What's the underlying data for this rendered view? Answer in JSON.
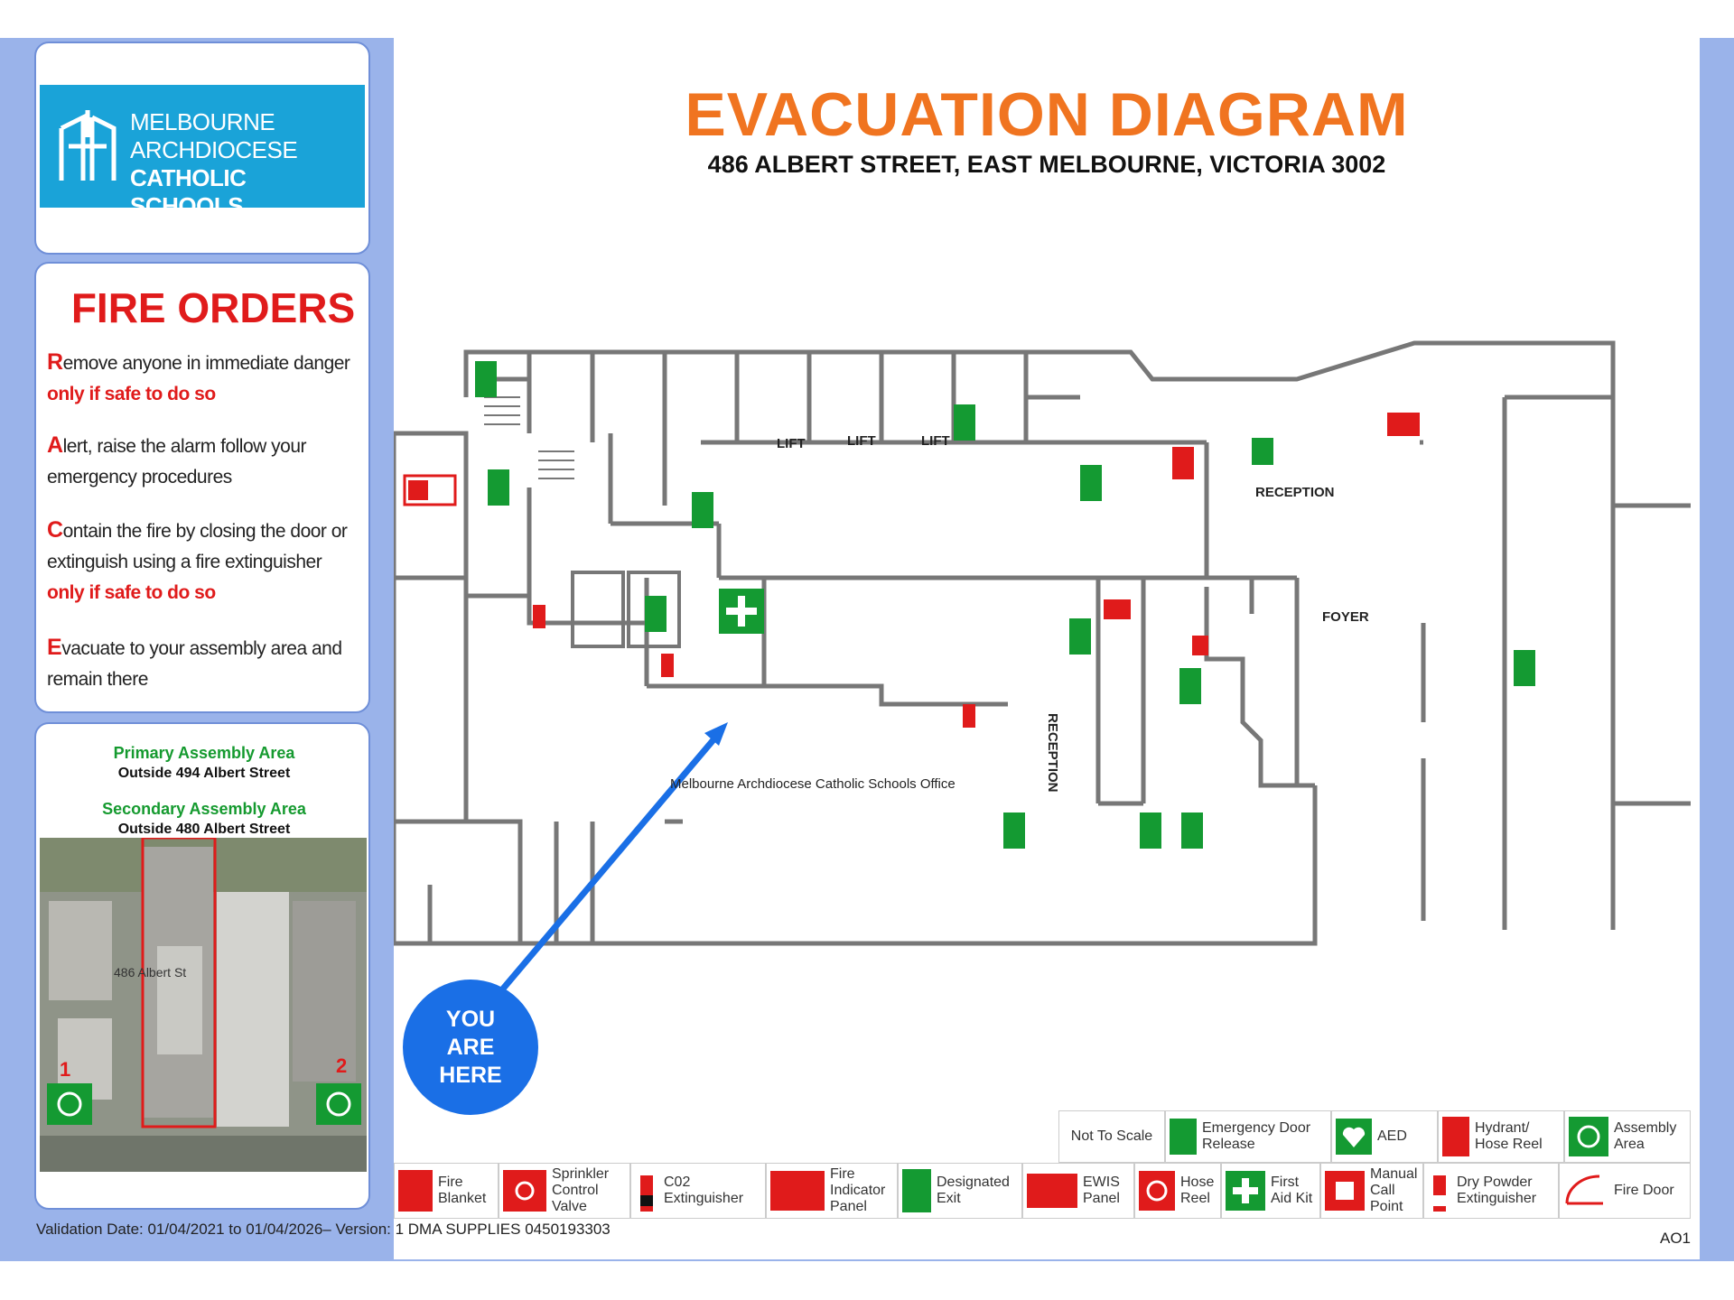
{
  "logo": {
    "line1": "MELBOURNE",
    "line2": "ARCHDIOCESE",
    "line3": "CATHOLIC SCHOOLS",
    "brand_color": "#1aa3d8"
  },
  "fire_orders": {
    "title": "FIRE ORDERS",
    "items": [
      {
        "letter": "R",
        "text": "emove anyone in immediate danger ",
        "emphasis": "only if safe to do so",
        "tail": ""
      },
      {
        "letter": "A",
        "text": "lert, raise the alarm follow your emergency procedures",
        "emphasis": "",
        "tail": ""
      },
      {
        "letter": "C",
        "text": "ontain the fire by closing the door or extinguish using a fire extinguisher ",
        "emphasis": "only if safe to do so",
        "tail": ""
      },
      {
        "letter": "E",
        "text": "vacuate to your assembly area and remain there",
        "emphasis": "",
        "tail": ""
      }
    ]
  },
  "assembly": {
    "primary_title": "Primary Assembly Area",
    "primary_location": "Outside 494 Albert Street",
    "secondary_title": "Secondary Assembly Area",
    "secondary_location": "Outside 480 Albert Street",
    "aerial_label": "486 Albert St",
    "marker_1": "1",
    "marker_2": "2"
  },
  "diagram": {
    "title": "EVACUATION DIAGRAM",
    "address": "486 ALBERT STREET, EAST MELBOURNE, VICTORIA 3002",
    "you_are_here": [
      "YOU",
      "ARE",
      "HERE"
    ],
    "rooms": {
      "lift1": "LIFT",
      "lift2": "LIFT",
      "lift3": "LIFT",
      "reception_top": "RECEPTION",
      "foyer": "FOYER",
      "reception_side": "RECEPTION",
      "office": "Melbourne Archdiocese Catholic Schools Office"
    }
  },
  "legend": {
    "row1": [
      {
        "label": "Not To Scale"
      },
      {
        "label": "Emergency Door Release",
        "icon": "door-release-icon"
      },
      {
        "label": "AED",
        "icon": "aed-icon"
      },
      {
        "label": "Hydrant/ Hose Reel",
        "icon": "hydrant-icon"
      },
      {
        "label": "Assembly Area",
        "icon": "assembly-icon"
      }
    ],
    "row2": [
      {
        "label": "Fire Blanket",
        "icon": "fire-blanket-icon"
      },
      {
        "label": "Sprinkler Control Valve",
        "icon": "sprinkler-valve-icon"
      },
      {
        "label": "C02 Extinguisher",
        "icon": "co2-extinguisher-icon"
      },
      {
        "label": "Fire Indicator Panel",
        "icon": "fire-panel-icon"
      },
      {
        "label": "Designated Exit",
        "icon": "exit-icon"
      },
      {
        "label": "EWIS Panel",
        "icon": "ewis-icon"
      },
      {
        "label": "Hose Reel",
        "icon": "hose-reel-icon"
      },
      {
        "label": "First Aid Kit",
        "icon": "first-aid-icon"
      },
      {
        "label": "Manual Call Point",
        "icon": "call-point-icon"
      },
      {
        "label": "Dry Powder Extinguisher",
        "icon": "dry-powder-icon"
      },
      {
        "label": "Fire Door",
        "icon": "fire-door-icon"
      }
    ]
  },
  "footer": {
    "validation": "Validation Date: 01/04/2021 to 01/04/2026– Version: 1 DMA SUPPLIES 0450193303",
    "code": "AO1"
  },
  "colors": {
    "frame": "#9ab3ea",
    "title_orange": "#f07420",
    "fire_red": "#e01b1b",
    "exit_green": "#149a32",
    "marker_blue": "#1a6fe6"
  }
}
